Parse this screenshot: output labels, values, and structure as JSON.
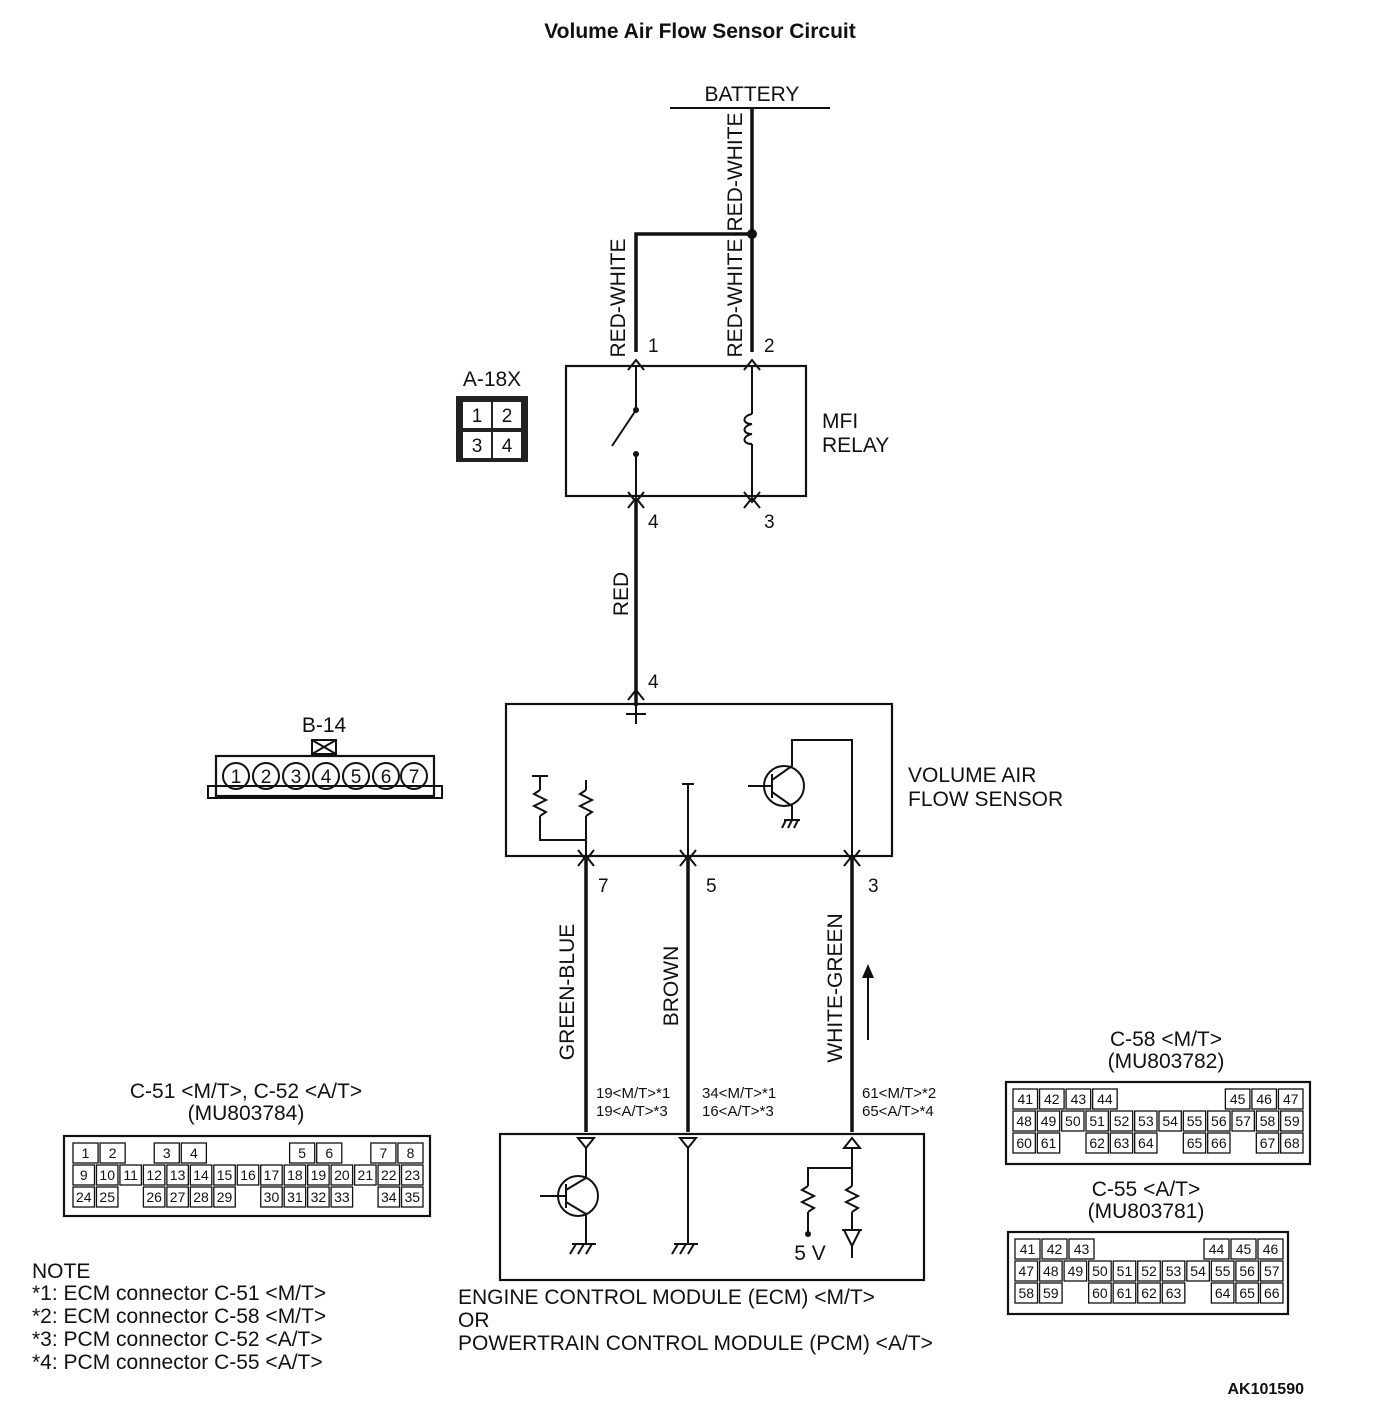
{
  "title": "Volume Air Flow Sensor Circuit",
  "battery_label": "BATTERY",
  "wires": {
    "battery_feed": "RED-WHITE",
    "relay_pin1": "RED-WHITE",
    "relay_pin2": "RED-WHITE",
    "relay_to_sensor": "RED",
    "sensor_pin7": "GREEN-BLUE",
    "sensor_pin5": "BROWN",
    "sensor_pin3": "WHITE-GREEN"
  },
  "relay": {
    "name_line1": "MFI",
    "name_line2": "RELAY",
    "pins": [
      "1",
      "2",
      "4",
      "3"
    ],
    "connector_ref": "A-18X",
    "connector_cells": [
      "1",
      "2",
      "3",
      "4"
    ]
  },
  "sensor": {
    "name_line1": "VOLUME AIR",
    "name_line2": "FLOW SENSOR",
    "pin_top": "4",
    "pins_bottom": [
      "7",
      "5",
      "3"
    ],
    "connector_ref": "B-14",
    "connector_cells": [
      "1",
      "2",
      "3",
      "4",
      "5",
      "6",
      "7"
    ]
  },
  "ecm_terminals": {
    "green_blue": [
      "19<M/T>*1",
      "19<A/T>*3"
    ],
    "brown": [
      "34<M/T>*1",
      "16<A/T>*3"
    ],
    "white_green": [
      "61<M/T>*2",
      "65<A/T>*4"
    ]
  },
  "ecm": {
    "voltage": "5 V",
    "line1": "ENGINE CONTROL MODULE (ECM) <M/T>",
    "line2": "OR",
    "line3": "POWERTRAIN CONTROL MODULE (PCM) <A/T>"
  },
  "connector_c51": {
    "title": "C-51 <M/T>, C-52 <A/T>",
    "part": "(MU803784)",
    "row1": [
      "1",
      "2",
      "",
      "3",
      "4",
      "",
      "",
      "",
      "5",
      "6",
      "",
      "7",
      "8"
    ],
    "row2": [
      "9",
      "10",
      "11",
      "12",
      "13",
      "14",
      "15",
      "16",
      "17",
      "18",
      "19",
      "20",
      "21",
      "22",
      "23"
    ],
    "row3": [
      "24",
      "25",
      "",
      "26",
      "27",
      "28",
      "29",
      "",
      "30",
      "31",
      "32",
      "33",
      "",
      "34",
      "35"
    ]
  },
  "connector_c58": {
    "title": "C-58 <M/T>",
    "part": "(MU803782)",
    "row1": [
      "41",
      "42",
      "43",
      "44",
      "",
      "",
      "",
      "",
      "45",
      "46",
      "47"
    ],
    "row2": [
      "48",
      "49",
      "50",
      "51",
      "52",
      "53",
      "54",
      "55",
      "56",
      "57",
      "58",
      "59"
    ],
    "row3": [
      "60",
      "61",
      "",
      "62",
      "63",
      "64",
      "",
      "65",
      "66",
      "",
      "67",
      "68"
    ]
  },
  "connector_c55": {
    "title": "C-55 <A/T>",
    "part": "(MU803781)",
    "row1": [
      "41",
      "42",
      "43",
      "",
      "",
      "",
      "",
      "44",
      "45",
      "46"
    ],
    "row2": [
      "47",
      "48",
      "49",
      "50",
      "51",
      "52",
      "53",
      "54",
      "55",
      "56",
      "57"
    ],
    "row3": [
      "58",
      "59",
      "",
      "60",
      "61",
      "62",
      "63",
      "",
      "64",
      "65",
      "66"
    ]
  },
  "notes": {
    "heading": "NOTE",
    "items": [
      "*1: ECM connector C-51 <M/T>",
      "*2: ECM connector C-58 <M/T>",
      "*3: PCM connector C-52 <A/T>",
      "*4: PCM connector C-55 <A/T>"
    ]
  },
  "figure_id": "AK101590"
}
